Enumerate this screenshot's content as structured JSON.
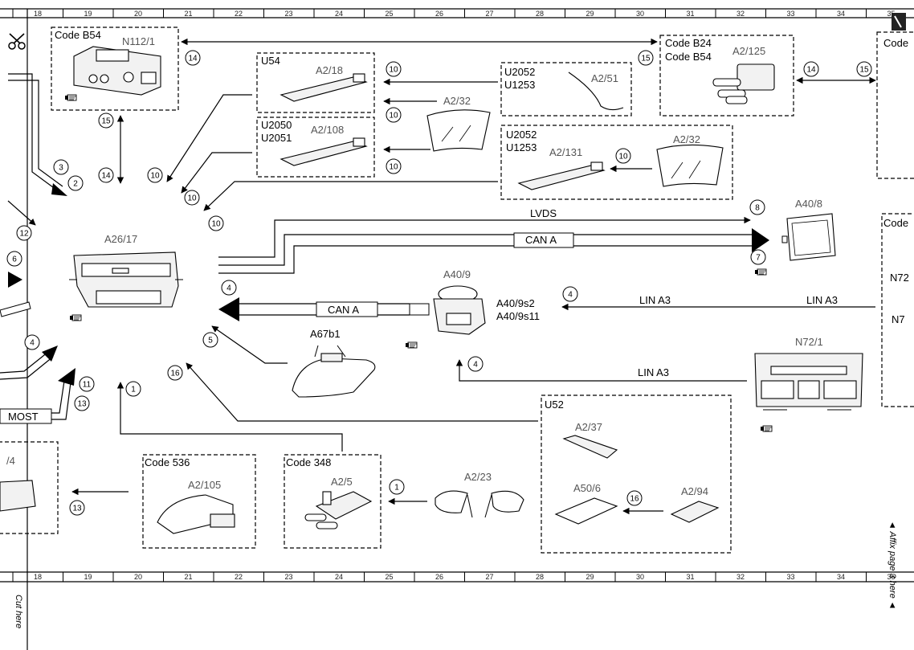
{
  "ruler": {
    "top": [
      "18",
      "19",
      "20",
      "21",
      "22",
      "23",
      "24",
      "25",
      "26",
      "27",
      "28",
      "29",
      "30",
      "31",
      "32",
      "33",
      "34",
      "35"
    ],
    "bottom": [
      "18",
      "19",
      "20",
      "21",
      "22",
      "23",
      "24",
      "25",
      "26",
      "27",
      "28",
      "29",
      "30",
      "31",
      "32",
      "33",
      "34",
      "35"
    ]
  },
  "margin": {
    "cut_here": "Cut here",
    "affix_here": "◄ Affix page 3 here ◄"
  },
  "components": {
    "n112_1": {
      "code": "Code B54",
      "id": "N112/1"
    },
    "a2_125": {
      "code1": "Code B24",
      "code2": "Code B54",
      "id": "A2/125"
    },
    "u54": {
      "code": "U54",
      "id": "A2/18"
    },
    "u2050": {
      "code1": "U2050",
      "code2": "U2051",
      "id": "A2/108"
    },
    "a2_51": {
      "code1": "U2052",
      "code2": "U1253",
      "id": "A2/51"
    },
    "a2_32_top": {
      "id": "A2/32"
    },
    "a2_131": {
      "code1": "U2052",
      "code2": "U1253",
      "id": "A2/131"
    },
    "a2_32_right": {
      "id": "A2/32"
    },
    "a26_17": {
      "id": "A26/17"
    },
    "a40_8": {
      "id": "A40/8"
    },
    "a40_9": {
      "id": "A40/9",
      "sub1": "A40/9s2",
      "sub2": "A40/9s11"
    },
    "a67b1": {
      "id": "A67b1"
    },
    "n72_1": {
      "id": "N72/1"
    },
    "u52": {
      "code": "U52"
    },
    "a2_37": {
      "id": "A2/37"
    },
    "a50_6": {
      "id": "A50/6"
    },
    "a2_94": {
      "id": "A2/94"
    },
    "a2_105": {
      "code": "Code 536",
      "id": "A2/105"
    },
    "a2_5": {
      "code": "Code 348",
      "id": "A2/5"
    },
    "a2_23": {
      "id": "A2/23"
    },
    "right_cut": {
      "code": "Code",
      "n72a": "N72",
      "n72b": "N7"
    },
    "left_cut": {
      "id": "/4"
    }
  },
  "bus_labels": {
    "lvds": "LVDS",
    "can_a_top": "CAN A",
    "can_a_mid": "CAN A",
    "lin_a3_1": "LIN A3",
    "lin_a3_2": "LIN A3",
    "lin_a3_3": "LIN A3",
    "most": "MOST"
  },
  "callouts": {
    "c14a": "14",
    "c15a": "15",
    "c15b": "15",
    "c14b": "14",
    "c15c": "15",
    "c14c": "14",
    "c10a": "10",
    "c10b": "10",
    "c10c": "10",
    "c10d": "10",
    "c10e": "10",
    "c10f": "10",
    "c10g": "10",
    "c3": "3",
    "c2": "2",
    "c12": "12",
    "c6": "6",
    "c8": "8",
    "c7": "7",
    "c4a": "4",
    "c4b": "4",
    "c4c": "4",
    "c4d": "4",
    "c5": "5",
    "c16a": "16",
    "c16b": "16",
    "c1a": "1",
    "c1b": "1",
    "c11": "11",
    "c13a": "13",
    "c13b": "13"
  },
  "icons": {
    "scissors": "scissors-icon",
    "note": "hand-pointer-icon"
  }
}
